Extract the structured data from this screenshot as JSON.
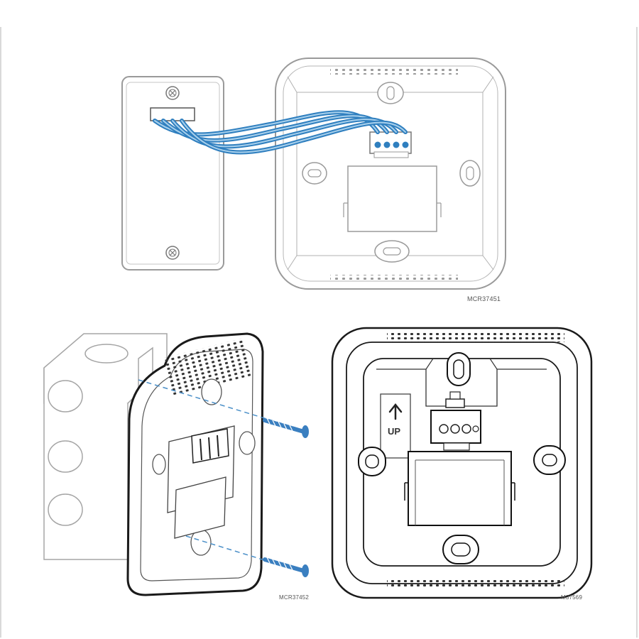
{
  "figures": {
    "top": {
      "code": "MCR37451"
    },
    "bottom_left": {
      "code": "MCR37452"
    },
    "bottom_right": {
      "code": "M37569",
      "up_label": "UP"
    }
  },
  "colors": {
    "wire": "#2f7fbf",
    "wire_light": "#a8d0ec",
    "line": "#8a8a8a",
    "dark_line": "#1a1a1a",
    "screw": "#3a7fc0"
  }
}
